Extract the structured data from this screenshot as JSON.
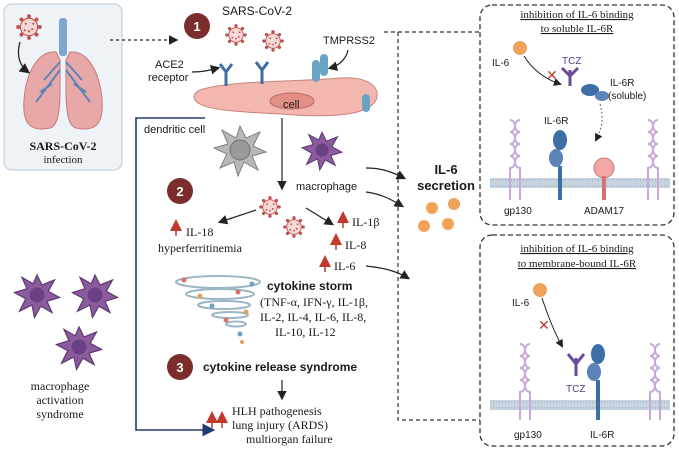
{
  "infection": {
    "title": "SARS-CoV-2",
    "subtitle": "infection"
  },
  "steps": {
    "one": "1",
    "two": "2",
    "three": "3"
  },
  "labels": {
    "sars_cov_2": "SARS-CoV-2",
    "ace2_line1": "ACE2",
    "ace2_line2": "receptor",
    "tmprss2": "TMPRSS2",
    "cell": "cell",
    "dendritic_cell": "dendritic cell",
    "macrophage": "macrophage",
    "il6_secretion_line1": "IL-6",
    "il6_secretion_line2": "secretion",
    "il18": "IL-18",
    "hyperferritinemia": "hyperferritinemia",
    "il1b": "IL-1β",
    "il8": "IL-8",
    "il6": "IL-6",
    "storm_title": "cytokine storm",
    "storm_line1": "(TNF-α, IFN-γ, IL-1β,",
    "storm_line2": "IL-2, IL-4, IL-6, IL-8,",
    "storm_line3": "IL-10, IL-12",
    "crs": "cytokine release syndrome",
    "mas_line1": "macrophage",
    "mas_line2": "activation",
    "mas_line3": "syndrome",
    "hlh": "HLH pathogenesis",
    "ards": "lung injury (ARDS)",
    "multiorgan": "multiorgan failure"
  },
  "panel_soluble": {
    "title_line1": "inhibition of IL-6 binding",
    "title_line2": "to soluble IL-6R",
    "il6": "IL-6",
    "tcz": "TCZ",
    "il6r_line1": "IL-6R",
    "il6r_line2": "(soluble)",
    "il6r_membrane": "IL-6R",
    "gp130": "gp130",
    "adam17": "ADAM17"
  },
  "panel_membrane": {
    "title_line1": "inhibition of IL-6 binding",
    "title_line2": "to membrane-bound IL-6R",
    "il6": "IL-6",
    "tcz": "TCZ",
    "gp130": "gp130",
    "il6r": "IL-6R"
  },
  "colors": {
    "step_badge": "#7b2d2d",
    "cell_pink": "#f3b7b0",
    "receptor_blue": "#3d6ea6",
    "tmprss2_teal": "#6aa3c4",
    "macrophage_purple": "#8a5c9e",
    "dendritic_gray": "#9a9a9a",
    "il6_orange": "#f0a15a",
    "virus_red": "#c0504d",
    "arrow_dark": "#222222",
    "arrow_red": "#c0392b",
    "panel_border": "#333333",
    "lung_panel_bg": "#eef3f8"
  }
}
